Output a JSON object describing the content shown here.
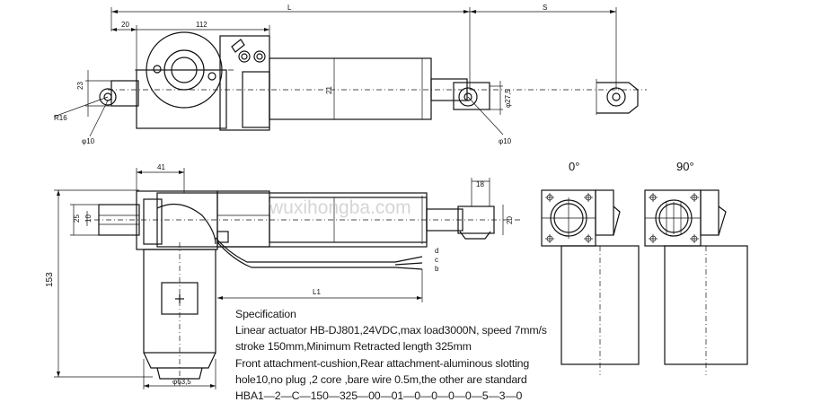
{
  "watermark": "wuxihongba.com",
  "dimensions": {
    "L": "L",
    "S": "S",
    "d20": "20",
    "d112": "112",
    "d23": "23",
    "d21": "21",
    "d27_5": "φ27,5",
    "d16": "R16",
    "d10_left": "φ10",
    "d10_right": "φ10",
    "d41": "41",
    "d25": "25",
    "d10": "10",
    "d18": "18",
    "d20b": "20",
    "d153": "153",
    "L1": "L1",
    "d63_5": "φ63,5",
    "wire_d": "d",
    "wire_c": "c",
    "wire_b": "b"
  },
  "angles": {
    "a0": "0°",
    "a90": "90°"
  },
  "specification": {
    "title": "Specification",
    "lines": [
      "Linear actuator HB-DJ801,24VDC,max load3000N, speed 7mm/s",
      "stroke 150mm,Minimum Retracted length 325mm",
      "Front attachment-cushion,Rear attachment-aluminous slotting",
      "hole10,no plug ,2 core ,bare wire 0.5m,the other are standard",
      "HBA1—2—C—150—325—00—01—0—0—0—0—5—3—0"
    ]
  }
}
